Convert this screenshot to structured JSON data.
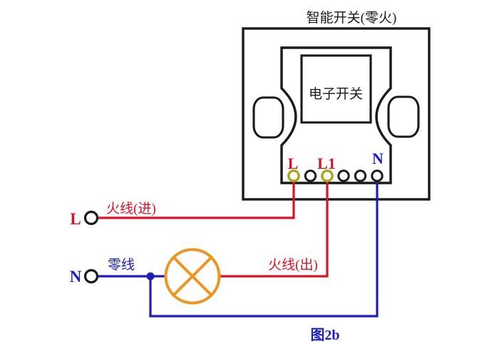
{
  "title": "智能开关(零火)",
  "caption": "图2b",
  "switch_panel": {
    "module_label": "电子开关",
    "terminal_labels": {
      "live_in": "L",
      "live_out": "L1",
      "neutral": "N"
    }
  },
  "wire_labels": {
    "live_in": "火线(进)",
    "neutral": "零线",
    "live_out": "火线(出)"
  },
  "supply_labels": {
    "live": "L",
    "neutral": "N"
  },
  "colors": {
    "live": "#dc1228",
    "neutral": "#1d1dc0",
    "lamp": "#ee951f",
    "ring": "#a8a818",
    "ink": "#1a1a1a"
  }
}
